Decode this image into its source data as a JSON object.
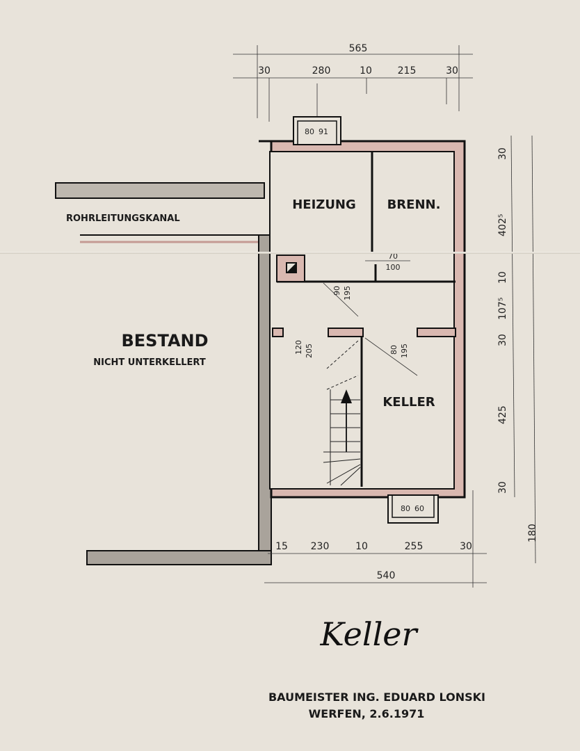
{
  "plan": {
    "rooms": {
      "heizung": "HEIZUNG",
      "brenn": "BRENN.",
      "keller": "KELLER"
    },
    "labels": {
      "rohrleitungskanal": "ROHRLEITUNGSKANAL",
      "bestand": "BESTAND",
      "nicht_unterkellert": "NICHT UNTERKELLERT"
    },
    "dims_top": {
      "total": "565",
      "parts": [
        "30",
        "280",
        "10",
        "215",
        "30"
      ]
    },
    "dims_bottom": {
      "total": "540",
      "parts": [
        "15",
        "230",
        "10",
        "255",
        "30"
      ]
    },
    "dims_right": [
      "30",
      "402⁵",
      "10",
      "107⁵",
      "30",
      "425",
      "30",
      "180"
    ],
    "openings": {
      "window_top": [
        "80",
        "91"
      ],
      "window_bottom": [
        "80",
        "60"
      ],
      "door_brenn": [
        "70",
        "100"
      ],
      "door_corridor": [
        "90",
        "195"
      ],
      "door_stair": [
        "120",
        "205"
      ],
      "door_keller": [
        "80",
        "195"
      ]
    },
    "title": "Keller",
    "signature": [
      "BAUMEISTER ING. EDUARD LONSKI",
      "WERFEN, 2.6.1971"
    ]
  },
  "colors": {
    "paper": "#e8e3da",
    "wall_fill": "#d9b8b0",
    "ink": "#111111"
  }
}
